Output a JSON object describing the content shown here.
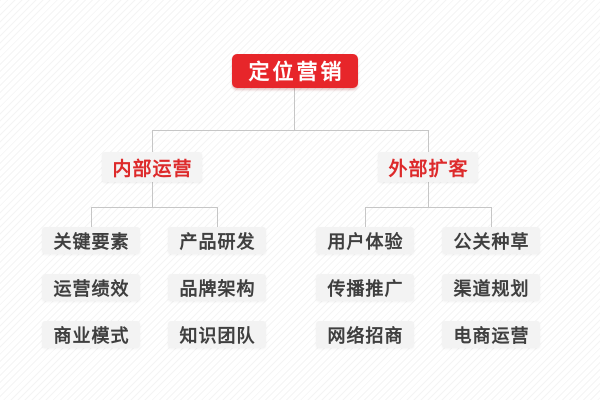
{
  "diagram": {
    "root": {
      "label": "定位营销"
    },
    "branches": [
      {
        "label": "内部运营",
        "children": [
          "关键要素",
          "产品研发",
          "运营绩效",
          "品牌架构",
          "商业模式",
          "知识团队"
        ]
      },
      {
        "label": "外部扩客",
        "children": [
          "用户体验",
          "公关种草",
          "传播推广",
          "渠道规划",
          "网络招商",
          "电商运营"
        ]
      }
    ]
  },
  "colors": {
    "accent": "#e7262a",
    "accent-text": "#dd2a2b",
    "root-text": "#ffffff",
    "node-bg": "#f4f4f4",
    "leaf-bg": "#f3f3f3",
    "leaf-text": "#3f3f3f",
    "line": "#c6c6c6"
  }
}
